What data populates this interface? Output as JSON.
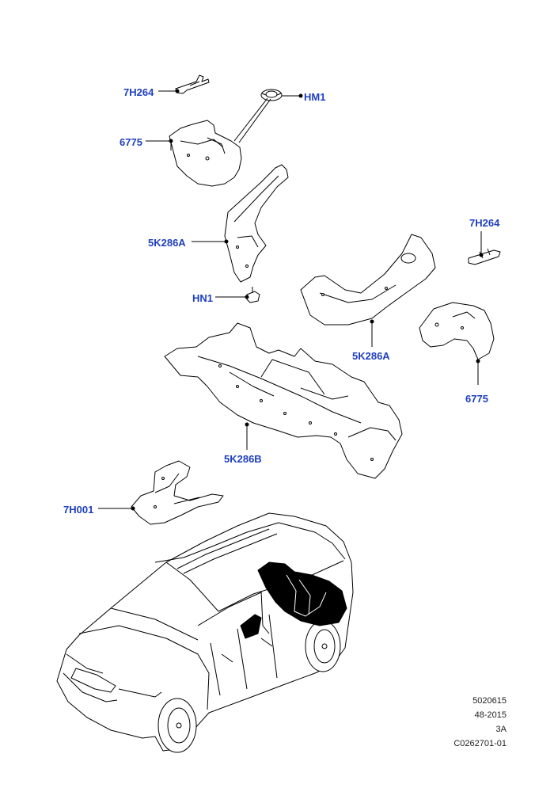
{
  "callouts": {
    "c1": "7H264",
    "c2": "HM1",
    "c3": "6775",
    "c4": "5K286A",
    "c5": "7H264",
    "c6": "HN1",
    "c7": "5K286A",
    "c8": "6775",
    "c9": "5K286B",
    "c10": "7H001"
  },
  "footer": {
    "line1": "5020615",
    "line2": "48-2015",
    "line3": "3A",
    "line4": "C0262701-01"
  },
  "colors": {
    "callout_text": "#1f3fbf",
    "line": "#000000",
    "fill": "#ffffff"
  }
}
